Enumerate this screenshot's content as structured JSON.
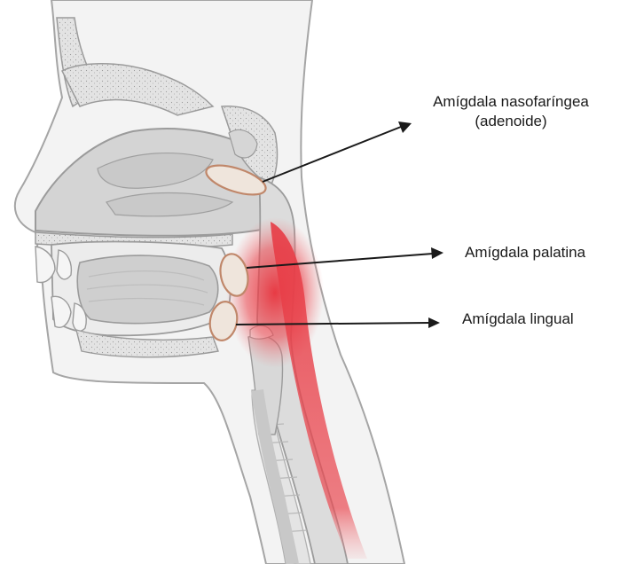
{
  "labels": {
    "adenoid_line1": "Amígdala nasofaríngea",
    "adenoid_line2": "(adenoide)",
    "palatine": "Amígdala palatina",
    "lingual": "Amígdala lingual"
  },
  "colors": {
    "tonsil_outline": "#c0876a",
    "tonsil_fill": "#efe5dc",
    "inflammation": "#e8323c",
    "tissue": "#d4d4d4",
    "outline": "#9b9b9b",
    "arrow": "#1a1a1a"
  }
}
